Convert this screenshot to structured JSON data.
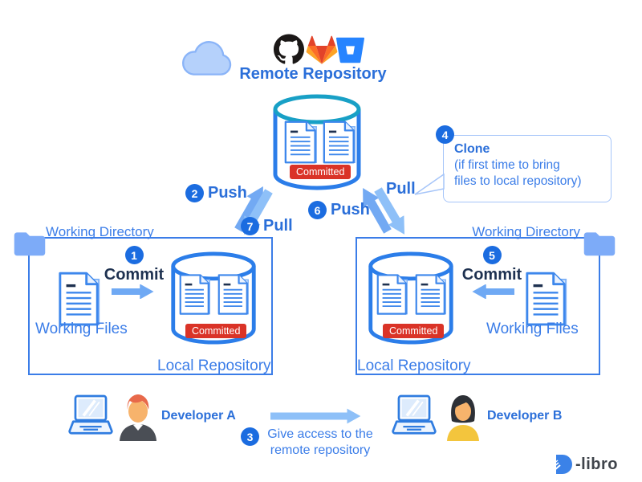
{
  "remote": {
    "title": "Remote Repository",
    "committed": "Committed",
    "providers": [
      "github",
      "gitlab",
      "bitbucket"
    ]
  },
  "clone_note": {
    "step": "4",
    "title": "Clone",
    "line1": "(if first time to bring",
    "line2": "files to local repository)"
  },
  "flows": {
    "push_left": {
      "step": "2",
      "label": "Push"
    },
    "pull_left": {
      "step": "7",
      "label": "Pull"
    },
    "push_right": {
      "step": "6",
      "label": "Push"
    },
    "pull_right": {
      "label": "Pull"
    },
    "commit_left": {
      "step": "1",
      "label": "Commit"
    },
    "commit_right": {
      "step": "5",
      "label": "Commit"
    },
    "give_access": {
      "step": "3",
      "line1": "Give access to the",
      "line2": "remote repository"
    }
  },
  "left_box": {
    "title": "Working Directory",
    "files": "Working Files",
    "repo": "Local Repository",
    "committed": "Committed"
  },
  "right_box": {
    "title": "Working Directory",
    "files": "Working Files",
    "repo": "Local Repository",
    "committed": "Committed"
  },
  "developers": {
    "a": {
      "label": "Developer A"
    },
    "b": {
      "label": "Developer B"
    }
  },
  "logo": {
    "text": "-libro"
  },
  "colors": {
    "accent_blue": "#2b6fd9",
    "label_blue": "#3b7de8",
    "badge_blue": "#1b6ce0",
    "committed_red": "#da3327",
    "arrow_dark": "#72a9f3",
    "arrow_light": "#8ec0f8",
    "cylinder_blue": "#2b7de9",
    "cylinder_teal": "#18a0c6",
    "commit_dark": "#1e3150"
  }
}
